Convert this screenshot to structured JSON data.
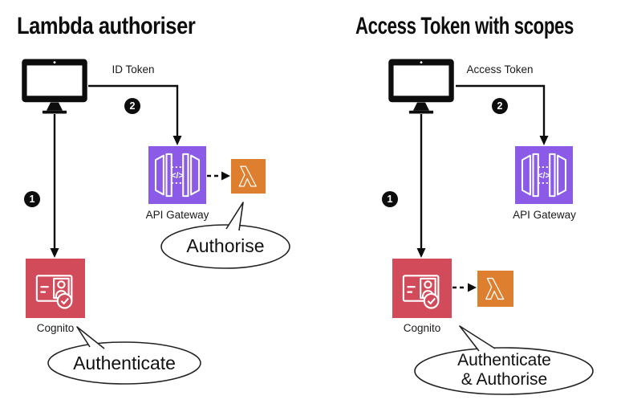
{
  "colors": {
    "api_gateway": "#8B5BE8",
    "lambda": "#DE7F30",
    "cognito": "#D14B5A",
    "ink": "#0d0d0d"
  },
  "icons": {
    "client": "monitor-icon",
    "api_gateway": "api-gateway-icon",
    "lambda": "lambda-icon",
    "cognito": "cognito-icon",
    "api_gateway_glyph": "</>"
  },
  "left": {
    "title": "Lambda authoriser",
    "token_label": "ID Token",
    "step_authenticate": "1",
    "step_token": "2",
    "api_gateway_label": "API Gateway",
    "cognito_label": "Cognito",
    "authorise_bubble": "Authorise",
    "authenticate_bubble": "Authenticate"
  },
  "right": {
    "title": "Access Token with scopes",
    "token_label": "Access Token",
    "step_authenticate": "1",
    "step_token": "2",
    "api_gateway_label": "API Gateway",
    "cognito_label": "Cognito",
    "bubble_line1": "Authenticate",
    "bubble_line2": "& Authorise"
  }
}
